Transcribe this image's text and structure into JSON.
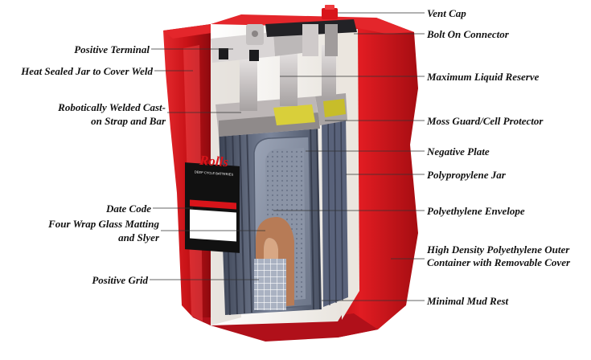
{
  "colors": {
    "case": "#d8141a",
    "case_dark": "#9e0c11",
    "case_light": "#ef3a3d",
    "liner": "#f4f1ec",
    "plate_dark": "#4c5466",
    "plate_light": "#9aa3b5",
    "terminal": "#c9c4c4",
    "guard": "#d9cf3a",
    "matting": "#b77b56",
    "leader": "#333333",
    "label_text": "#111111"
  },
  "brand_label": {
    "logo": "Rolls",
    "lines": [
      "DEEP CYCLE BATTERIES"
    ]
  },
  "callouts": {
    "vent_cap": "Vent Cap",
    "bolt_on_connector": "Bolt On Connector",
    "positive_terminal": "Positive Terminal",
    "heat_sealed": "Heat Sealed Jar to Cover Weld",
    "max_liquid": "Maximum Liquid Reserve",
    "robotic_1": "Robotically Welded  Cast-",
    "robotic_2": "on Strap and Bar",
    "moss_guard": "Moss Guard/Cell Protector",
    "negative_plate": "Negative Plate",
    "polypropylene_jar": "Polypropylene Jar",
    "date_code": "Date Code",
    "polyethylene_envelope": "Polyethylene  Envelope",
    "four_wrap_1": "Four Wrap Glass Matting",
    "four_wrap_2": "and Slyer",
    "hdpe_1": "High Density Polyethylene Outer",
    "hdpe_2": "Container with Removable Cover",
    "positive_grid": "Positive Grid",
    "minimal_mud": "Minimal Mud Rest"
  }
}
